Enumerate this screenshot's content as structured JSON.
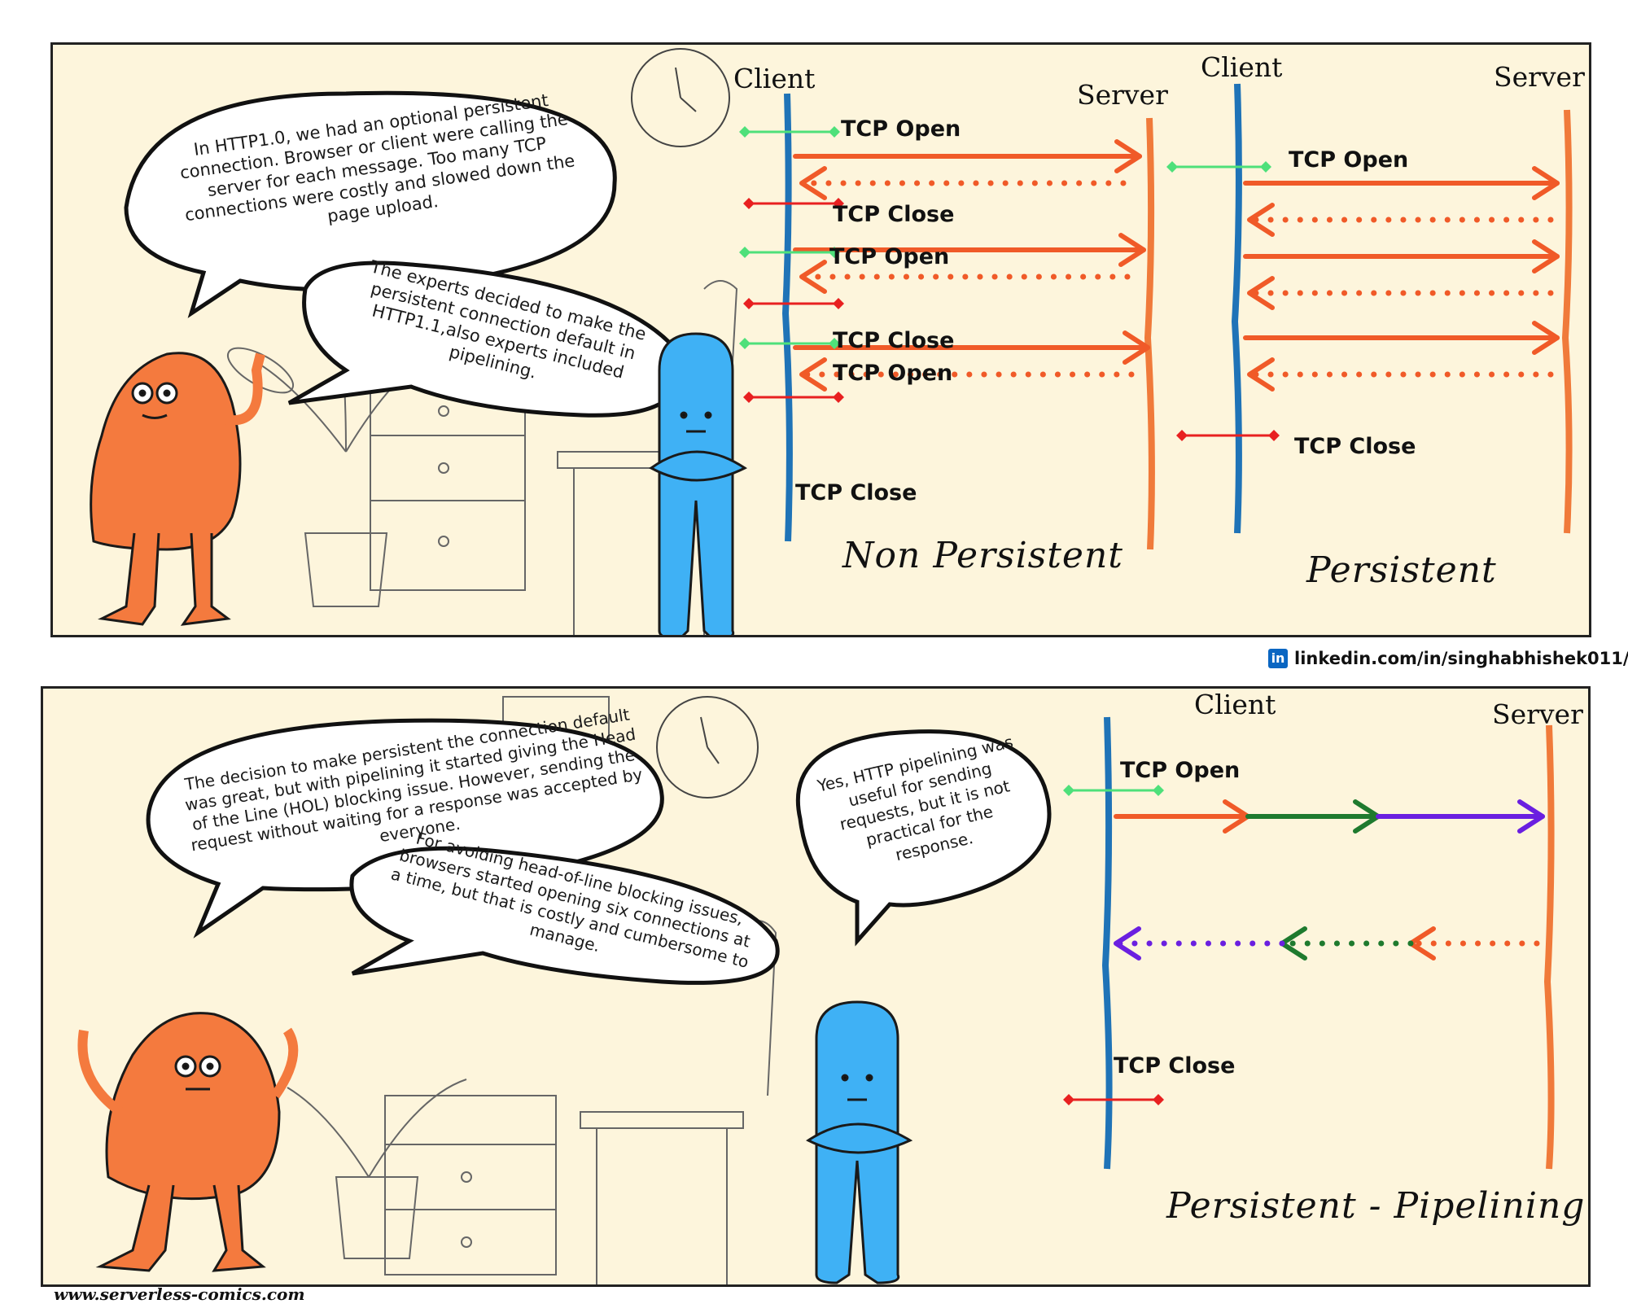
{
  "panel1": {
    "bubble1": "In HTTP1.0, we had an optional persistent connection. Browser or client were calling the server for each message. Too many TCP connections were costly and slowed down the page upload.",
    "bubble2": "The experts decided to make the persistent connection default in HTTP1.1,also experts included pipelining.",
    "non_persistent": {
      "client": "Client",
      "server": "Server",
      "labels": [
        "TCP Open",
        "TCP Close",
        "TCP Open",
        "TCP Close",
        "TCP Open",
        "TCP Close"
      ],
      "caption": "Non Persistent"
    },
    "persistent": {
      "client": "Client",
      "server": "Server",
      "open_label": "TCP Open",
      "close_label": "TCP Close",
      "caption": "Persistent"
    }
  },
  "linkedin": {
    "icon": "linkedin-icon",
    "icon_text": "in",
    "text": "linkedin.com/in/singhabhishek011/"
  },
  "panel2": {
    "bubble1": "The decision to make persistent the connection default was great, but with pipelining it started giving the Head of the Line (HOL) blocking issue. However, sending the request without waiting for a response was accepted by everyone.",
    "bubble2": "For avoiding head-of-line blocking issues, browsers started opening six connections at a time, but that is costly and cumbersome to manage.",
    "bubble3": "Yes, HTTP pipelining was useful for sending requests, but it is not practical for the response.",
    "pipelining": {
      "client": "Client",
      "server": "Server",
      "open_label": "TCP Open",
      "close_label": "TCP Close",
      "caption": "Persistent - Pipelining"
    }
  },
  "footer": "www.serverless-comics.com",
  "colors": {
    "panel_bg": "#fdf5dc",
    "client_line": "#1f73b7",
    "server_line": "#f07a3a",
    "arrow_orange": "#f05a28",
    "arrow_green": "#1e7a2e",
    "arrow_purple": "#6a1fe0",
    "tcp_open": "#4ee07a",
    "tcp_close": "#e82020",
    "orange_char": "#f47a3e",
    "blue_char": "#3fb1f5"
  }
}
